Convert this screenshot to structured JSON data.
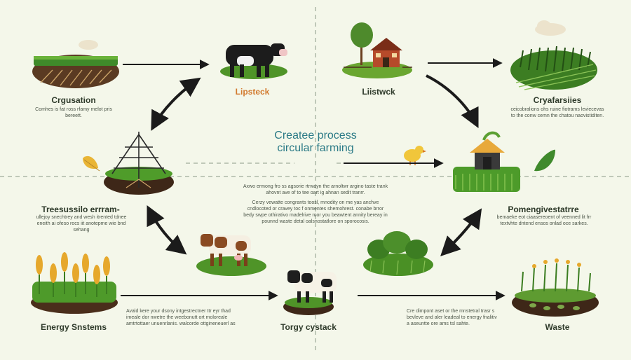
{
  "center": {
    "title_line1": "Createe process",
    "title_line2": "circular farming",
    "paragraph1": "Axwo ermong fro ss agsorie rtrwayn the arnoltwr argino taste trank ahovnt ave of to tee oart ig ahnan sedit tranrr.",
    "paragraph2": "Cerzy vewatte congrants toosl, mnodity on me yas anchve cndlocoted or cravey toc f onmentes shemohrest. conabe brror bedy swpe othirativo madelrive roor you beawtent annity bereay in pounnd waste detal oalsnostatlore on sporocosis."
  },
  "nodes": {
    "top_left": {
      "title": "Crgusation",
      "desc": "Comhes is fat ross rfamy melot pris bereett."
    },
    "cow_top": {
      "title": "Lipsteck"
    },
    "farmhouse": {
      "title": "Liistwck"
    },
    "top_right": {
      "title": "Cryafarsiies",
      "desc": "ceicobralions ohs ruine fiotrams leviecevas to the conw cemn the chatou naovistiditen."
    },
    "mid_left": {
      "title": "Treesussilo errram-",
      "desc": "ullejoy snechtrey and wesh itrented tdnee eneith ai ofeso rocs iit anotepme wie bnd sehang"
    },
    "mid_right": {
      "title": "Pomengivestatrre",
      "desc": "bemaeke eot ciaasereoent of veenned lit frr textvhte dntend ensos onlad oce sarkes."
    },
    "bottom_left": {
      "title": "Energy Snstems"
    },
    "bottom_center": {
      "title": "Torgy cystack"
    },
    "bottom_right": {
      "title": "Waste"
    },
    "bottom_left_desc": "Avald kere your dsony intgestrectner ttr eyr thad imeale dor nwetre the weebonutt ort moloreale amtrtottaer unuenrlanis. walcorde ottgineneuerl as",
    "bottom_right_desc": "Cre dimpont aset or the mnstetral trasr s bevleve and aler leadeal to energy fnalitiv a aseuntte ore ams tsl sahte."
  },
  "colors": {
    "background": "#f4f7ea",
    "title_teal": "#2b7a86",
    "accent_orange": "#d27a2e",
    "grass": "#5c9b2e",
    "soil": "#4a2e1b"
  }
}
